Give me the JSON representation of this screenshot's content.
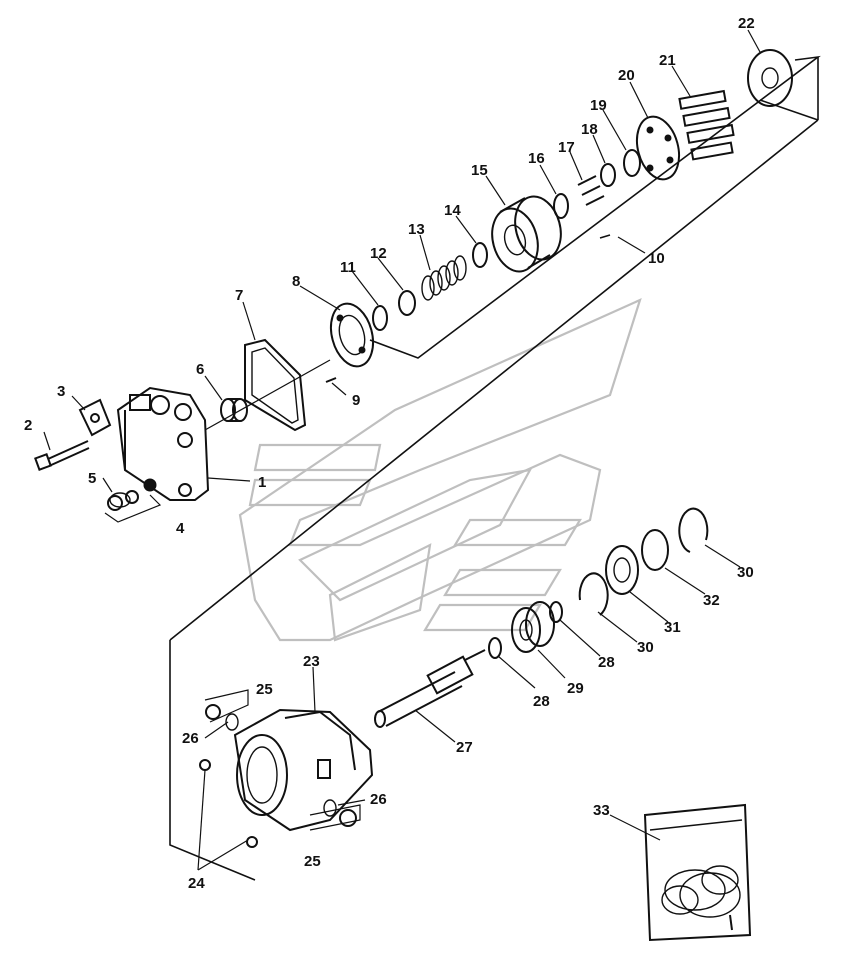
{
  "callouts": {
    "c1": "1",
    "c2": "2",
    "c3": "3",
    "c4": "4",
    "c5": "5",
    "c6": "6",
    "c7": "7",
    "c8": "8",
    "c9": "9",
    "c10": "10",
    "c11": "11",
    "c12": "12",
    "c13": "13",
    "c14": "14",
    "c15": "15",
    "c16": "16",
    "c17": "17",
    "c18": "18",
    "c19": "19",
    "c20": "20",
    "c21": "21",
    "c22": "22",
    "c23": "23",
    "c24a": "24",
    "c25a": "25",
    "c25b": "25",
    "c26a": "26",
    "c26b": "26",
    "c27": "27",
    "c28a": "28",
    "c28b": "28",
    "c29": "29",
    "c30a": "30",
    "c30b": "30",
    "c31": "31",
    "c32": "32",
    "c33": "33"
  },
  "colors": {
    "ink": "#111111",
    "watermark": "#bfbfbf",
    "background": "#ffffff"
  }
}
